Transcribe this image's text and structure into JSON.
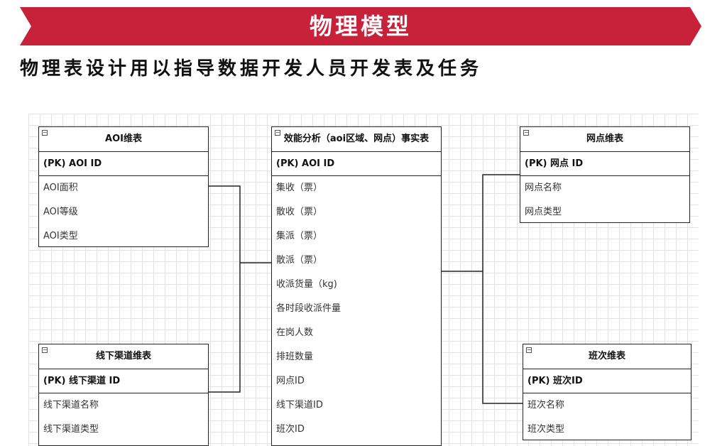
{
  "header": {
    "title": "物理模型",
    "subtitle": "物理表设计用以指导数据开发人员开发表及任务",
    "banner_color": "#C8223A"
  },
  "tables": {
    "aoi": {
      "title": "AOI维表",
      "pk": "(PK) AOI ID",
      "fields": [
        "AOI面积",
        "AOI等级",
        "AOI类型"
      ]
    },
    "channel": {
      "title": "线下渠道维表",
      "pk": "(PK) 线下渠道 ID",
      "fields": [
        "线下渠道名称",
        "线下渠道类型"
      ]
    },
    "fact": {
      "title": "效能分析（aoi区域、网点）事实表",
      "pk": "(PK) AOI ID",
      "fields": [
        "集收（票）",
        "散收（票）",
        "集派（票）",
        "散派（票）",
        "收派货量（kg)",
        "各时段收派件量",
        "在岗人数",
        "排班数量",
        "网点ID",
        "线下渠道ID",
        "班次ID"
      ]
    },
    "site": {
      "title": "网点维表",
      "pk": "(PK) 网点 ID",
      "fields": [
        "网点名称",
        "网点类型"
      ]
    },
    "shift": {
      "title": "班次维表",
      "pk": "(PK) 班次ID",
      "fields": [
        "班次名称",
        "班次类型"
      ]
    }
  },
  "toggle_symbol": "−"
}
